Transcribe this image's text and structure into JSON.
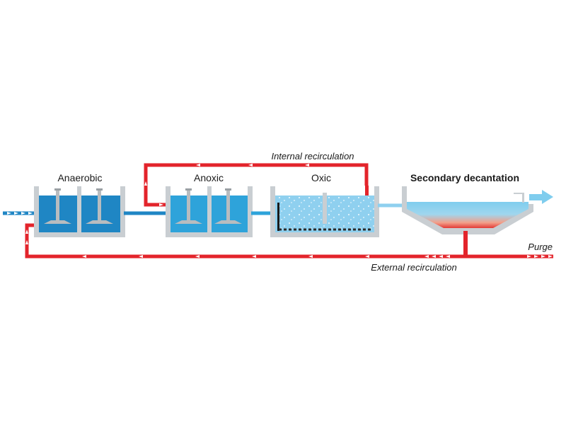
{
  "labels": {
    "anaerobic": "Anaerobic",
    "anoxic": "Anoxic",
    "oxic": "Oxic",
    "secondary": "Secondary decantation",
    "internal": "Internal recirculation",
    "external": "External recirculation",
    "purge": "Purge"
  },
  "colors": {
    "wall": "#c9ced2",
    "anaerobic_water": "#1f86c4",
    "anoxic_water": "#2ea3da",
    "oxic_water": "#8fd0ef",
    "clear_water": "#7fcdee",
    "sludge": "#e02020",
    "pipe_red": "#e3242b",
    "pipe_blue_dark": "#1f86c4",
    "pipe_blue_light": "#7fcdee",
    "mixer": "#b8bcbf"
  }
}
